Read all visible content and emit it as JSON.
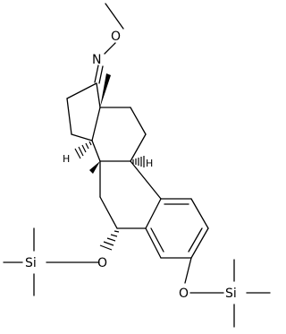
{
  "molecule": {
    "atom_labels": {
      "oxime_n": "N",
      "oxime_o": "O",
      "ether_o_ring": "O",
      "ether_o_phenol": "O",
      "si_left": "Si",
      "si_right": "Si",
      "h_c14": "H",
      "h_c9": "H"
    },
    "stereo": {
      "c13_methyl": "wedge",
      "c14_h": "hash",
      "c9_h": "hash",
      "c8_h": "wedge",
      "c6_o": "hash"
    }
  },
  "colors": {
    "bond": "#000000",
    "background": "#ffffff"
  }
}
